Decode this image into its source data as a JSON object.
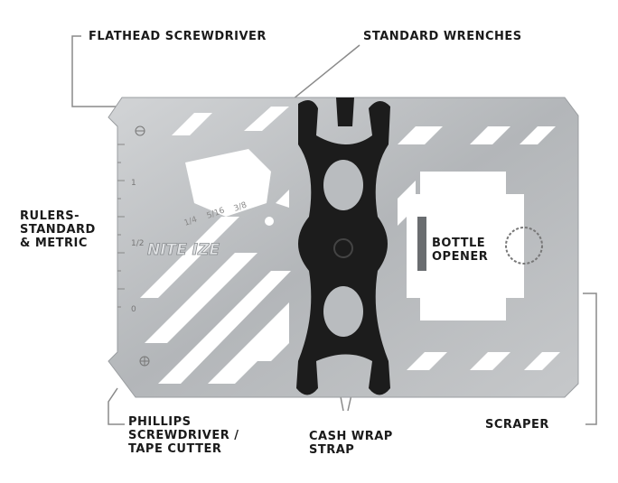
{
  "labels": {
    "flathead": "FLATHEAD SCREWDRIVER",
    "wrenches": "STANDARD WRENCHES",
    "rulers_1": "RULERS-",
    "rulers_2": "STANDARD",
    "rulers_3": "& METRIC",
    "bottle_1": "BOTTLE",
    "bottle_2": "OPENER",
    "phillips_1": "PHILLIPS",
    "phillips_2": "SCREWDRIVER /",
    "phillips_3": "TAPE CUTTER",
    "cash_1": "CASH WRAP",
    "cash_2": "STRAP",
    "scraper": "SCRAPER"
  },
  "card": {
    "logo": "NITE IZE",
    "wrench_sizes": [
      "1/4",
      "5/16",
      "3/8"
    ],
    "ruler_marks": [
      "1",
      "1/2",
      "0"
    ],
    "colors": {
      "steel": "#b9bcbf",
      "strap": "#1c1c1c",
      "leader": "#8a8a8a"
    }
  }
}
